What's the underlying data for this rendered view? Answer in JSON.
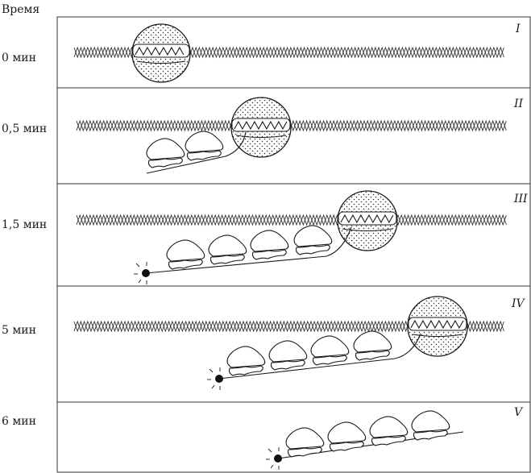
{
  "header": {
    "time_label": "Время"
  },
  "panels": [
    {
      "time": "0 мин",
      "stage": "I",
      "ribosomes": 0,
      "cap": false
    },
    {
      "time": "0,5 мин",
      "stage": "II",
      "ribosomes": 2,
      "cap": false
    },
    {
      "time": "1,5 мин",
      "stage": "III",
      "ribosomes": 4,
      "cap": true
    },
    {
      "time": "5 мин",
      "stage": "IV",
      "ribosomes": 4,
      "cap": true
    },
    {
      "time": "6 мин",
      "stage": "V",
      "ribosomes": 4,
      "cap": true
    }
  ],
  "icons": {
    "polymerase": "rna-polymerase-icon",
    "ribosome": "ribosome-icon",
    "cap": "mrna-5-end-cap-icon",
    "dna": "dna-double-helix-icon"
  },
  "colors": {
    "line": "#1a1a1a",
    "background": "#ffffff"
  }
}
